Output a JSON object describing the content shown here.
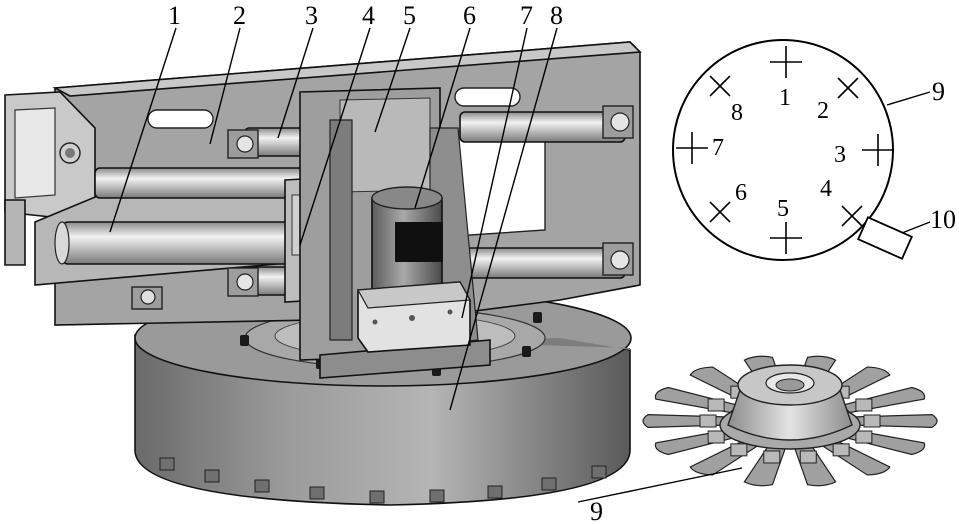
{
  "figure": {
    "callouts": [
      "1",
      "2",
      "3",
      "4",
      "5",
      "6",
      "7",
      "8",
      "9"
    ],
    "disk_diagram": {
      "outer_label": "9",
      "sensor_label": "10",
      "positions": [
        "1",
        "2",
        "3",
        "4",
        "5",
        "6",
        "7",
        "8"
      ]
    },
    "wheel_label": "9"
  }
}
